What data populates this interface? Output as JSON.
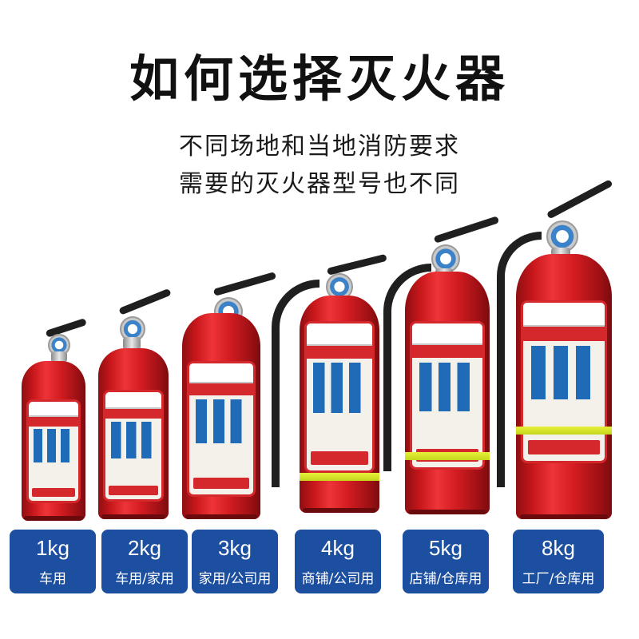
{
  "title": "如何选择灭火器",
  "subtitle_lines": [
    "不同场地和当地消防要求",
    "需要的灭火器型号也不同"
  ],
  "colors": {
    "tag_bg": "#1d4fa0",
    "extinguisher_red": "#d41d22"
  },
  "products": [
    {
      "weight": "1kg",
      "usage": "车用"
    },
    {
      "weight": "2kg",
      "usage": "车用/家用"
    },
    {
      "weight": "3kg",
      "usage": "家用/公司用"
    },
    {
      "weight": "4kg",
      "usage": "商铺/公司用"
    },
    {
      "weight": "5kg",
      "usage": "店铺/仓库用"
    },
    {
      "weight": "8kg",
      "usage": "工厂/仓库用"
    }
  ]
}
